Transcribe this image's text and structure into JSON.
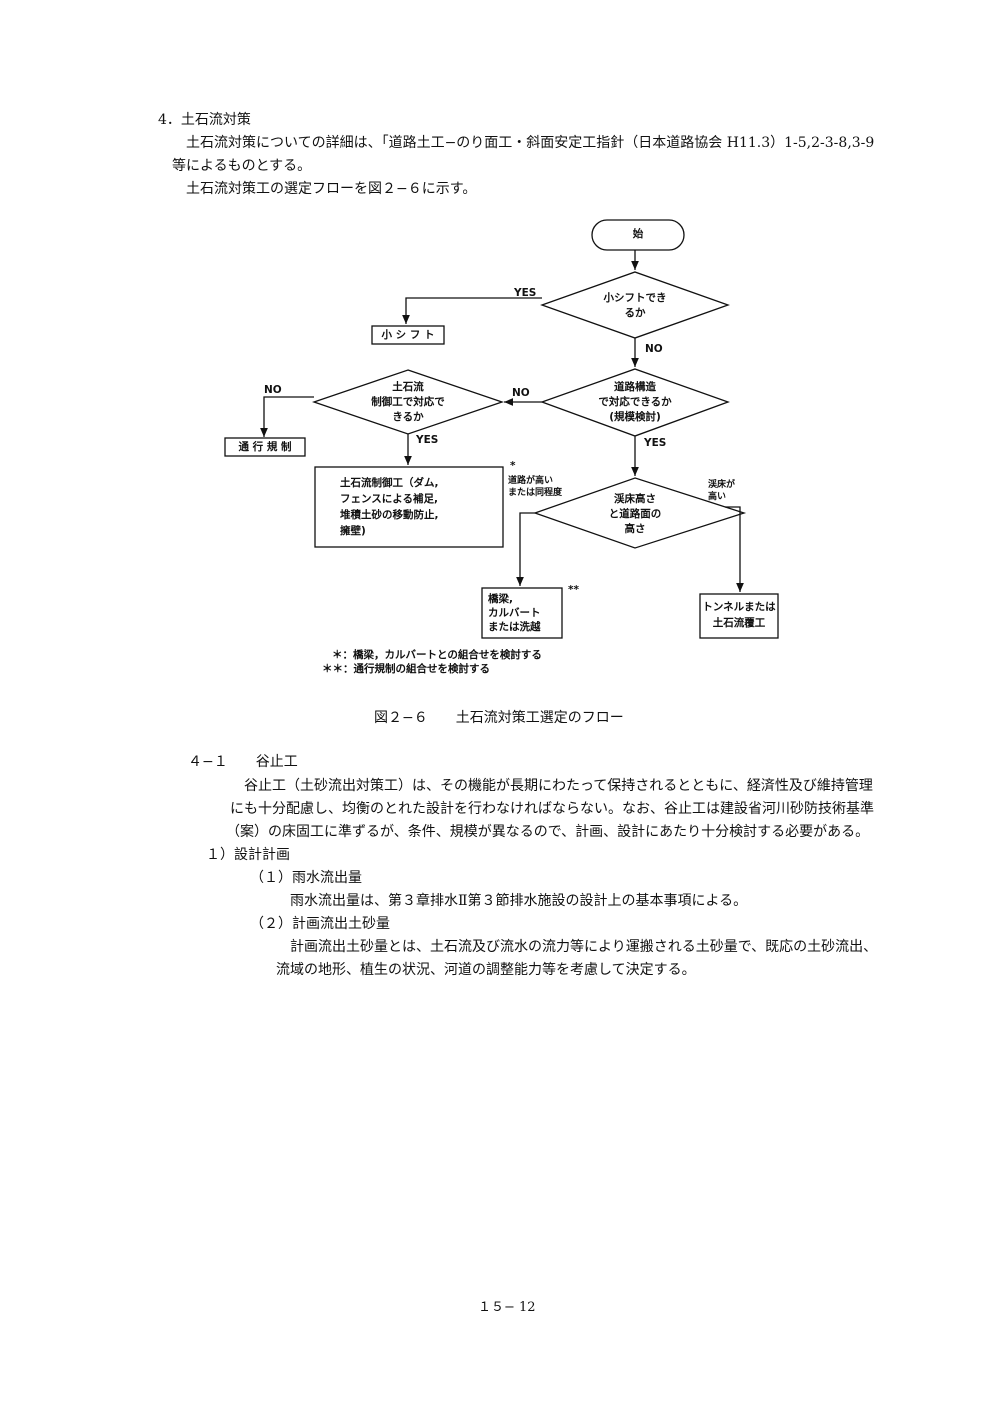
{
  "section": {
    "heading": "4．土石流対策",
    "para1_line1": "土石流対策についての詳細は、「道路土工−のり面工・斜面安定工指針（日本道路協会 H11.3）1-5,2-3-8,3-9",
    "para1_line2": "等によるものとする。",
    "para2": "土石流対策工の選定フローを図２−６に示す。"
  },
  "flowchart": {
    "start": "始",
    "q1_line1": "小シフトでき",
    "q1_line2": "るか",
    "yes1": "YES",
    "no1": "NO",
    "small_shift": "小 シ フ ト",
    "q2_line1": "道路構造",
    "q2_line2": "で対応できるか",
    "q2_line3": "(規模検討)",
    "no2": "NO",
    "yes2": "YES",
    "q3_line1": "土石流",
    "q3_line2": "制御工で対応で",
    "q3_line3": "きるか",
    "no3": "NO",
    "yes3": "YES",
    "traffic": "通 行 規 制",
    "control_line1": "土石流制御工（ダム,",
    "control_line2": "フェンスによる補足,",
    "control_line3": "堆積土砂の移動防止,",
    "control_line4": "擁壁)",
    "star1": "*",
    "road_high_line1": "道路が高い",
    "road_high_line2": "または同程度",
    "q4_line1": "渓床高さ",
    "q4_line2": "と道路面の",
    "q4_line3": "高さ",
    "bed_high_line1": "渓床が",
    "bed_high_line2": "高い",
    "bridge_line1": "橋梁,",
    "bridge_line2": "カルバート",
    "bridge_line3": "または洗越",
    "star2": "**",
    "tunnel_line1": "トンネルまたは",
    "tunnel_line2": "土石流覆工",
    "note1": "＊：橋梁，カルバートとの組合せを検討する",
    "note2": "＊＊：通行規制の組合せを検討する"
  },
  "caption": "図２−６　　土石流対策工選定のフロー",
  "subsection": {
    "heading": "４−１　　谷止工",
    "p_line1": "谷止工（土砂流出対策工）は、その機能が長期にわたって保持されるとともに、経済性及び維持管理",
    "p_line2": "にも十分配慮し、均衡のとれた設計を行わなければならない。なお、谷止工は建設省河川砂防技術基準",
    "p_line3": "（案）の床固工に準ずるが、条件、規模が異なるので、計画、設計にあたり十分検討する必要がある。",
    "item1": "１）設計計画",
    "item1_1": "（１）雨水流出量",
    "item1_1_text": "雨水流出量は、第３章排水Ⅱ第３節排水施設の設計上の基本事項による。",
    "item1_2": "（２）計画流出土砂量",
    "item1_2_line1": "計画流出土砂量とは、土石流及び流水の流力等により運搬される土砂量で、既応の土砂流出、",
    "item1_2_line2": "流域の地形、植生の状況、河道の調整能力等を考慮して決定する。"
  },
  "footer": {
    "page_number": "１５− 12"
  }
}
